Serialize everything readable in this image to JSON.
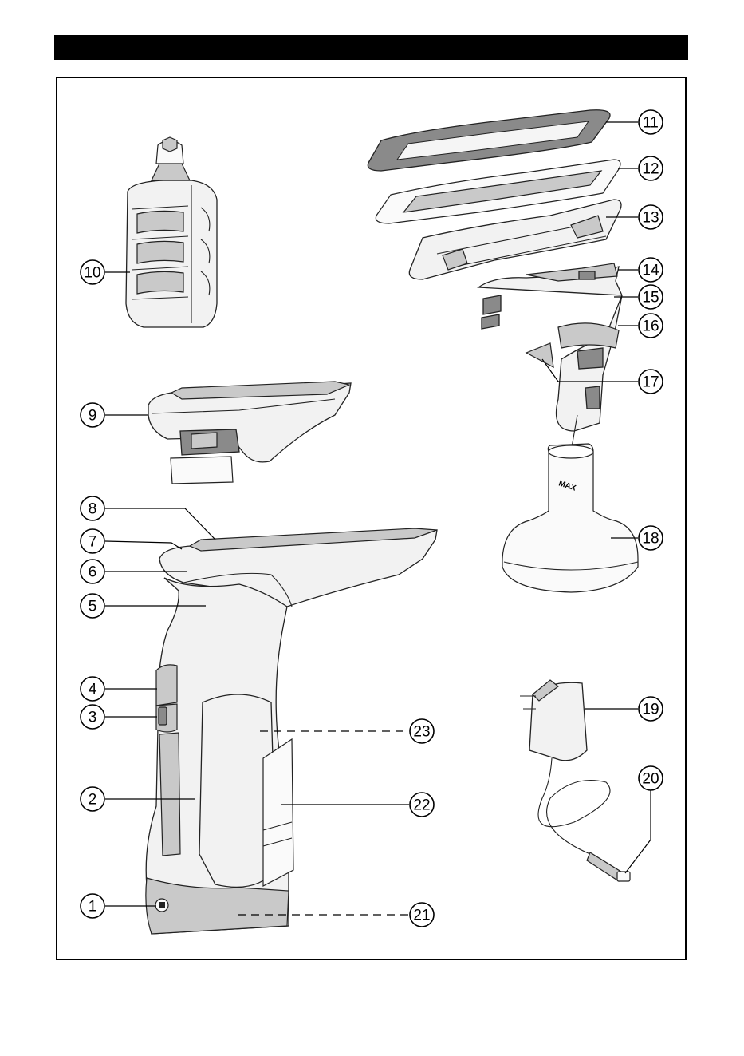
{
  "callouts": [
    {
      "id": "c1",
      "label": "1"
    },
    {
      "id": "c2",
      "label": "2"
    },
    {
      "id": "c3",
      "label": "3"
    },
    {
      "id": "c4",
      "label": "4"
    },
    {
      "id": "c5",
      "label": "5"
    },
    {
      "id": "c6",
      "label": "6"
    },
    {
      "id": "c7",
      "label": "7"
    },
    {
      "id": "c8",
      "label": "8"
    },
    {
      "id": "c9",
      "label": "9"
    },
    {
      "id": "c10",
      "label": "10"
    },
    {
      "id": "c11",
      "label": "11"
    },
    {
      "id": "c12",
      "label": "12"
    },
    {
      "id": "c13",
      "label": "13"
    },
    {
      "id": "c14",
      "label": "14"
    },
    {
      "id": "c15",
      "label": "15"
    },
    {
      "id": "c16",
      "label": "16"
    },
    {
      "id": "c17",
      "label": "17"
    },
    {
      "id": "c18",
      "label": "18"
    },
    {
      "id": "c19",
      "label": "19"
    },
    {
      "id": "c20",
      "label": "20"
    },
    {
      "id": "c21",
      "label": "21"
    },
    {
      "id": "c22",
      "label": "22"
    },
    {
      "id": "c23",
      "label": "23"
    }
  ],
  "bottle_marking": "MAX"
}
